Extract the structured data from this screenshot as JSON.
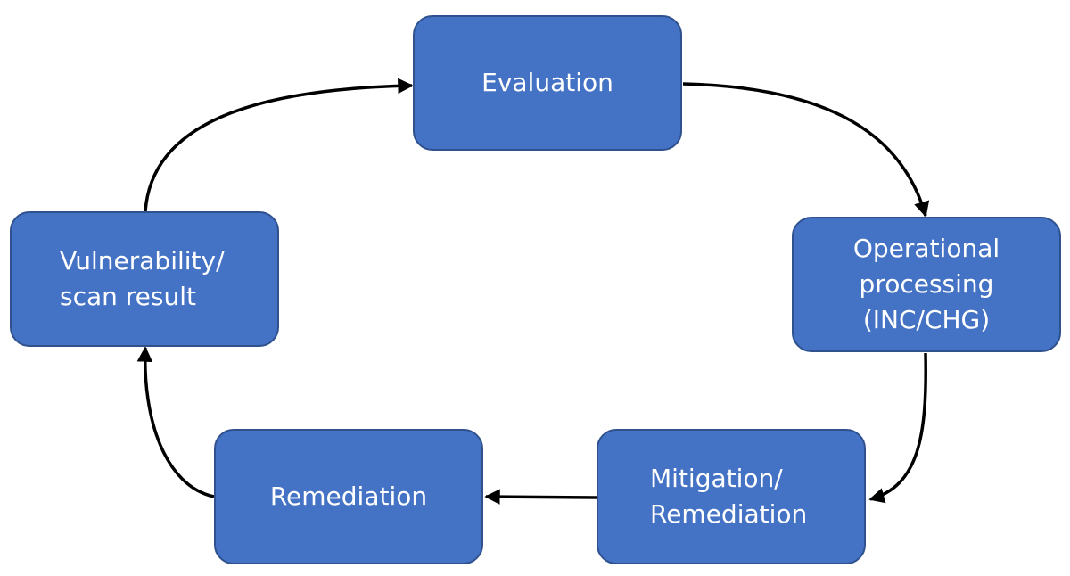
{
  "diagram": {
    "type": "cycle",
    "colors": {
      "node_fill": "#4472c4",
      "node_border": "#2f528f",
      "node_text": "#ffffff",
      "arrow": "#000000"
    },
    "nodes": [
      {
        "id": "evaluation",
        "label": "Evaluation"
      },
      {
        "id": "operational",
        "label": "Operational\nprocessing\n(INC/CHG)"
      },
      {
        "id": "mitigation",
        "label": "Mitigation/\nRemediation"
      },
      {
        "id": "remediation",
        "label": "Remediation"
      },
      {
        "id": "vulnerability",
        "label": "Vulnerability/\nscan result"
      }
    ],
    "edges": [
      {
        "from": "evaluation",
        "to": "operational"
      },
      {
        "from": "operational",
        "to": "mitigation"
      },
      {
        "from": "mitigation",
        "to": "remediation"
      },
      {
        "from": "remediation",
        "to": "vulnerability"
      },
      {
        "from": "vulnerability",
        "to": "evaluation"
      }
    ]
  }
}
